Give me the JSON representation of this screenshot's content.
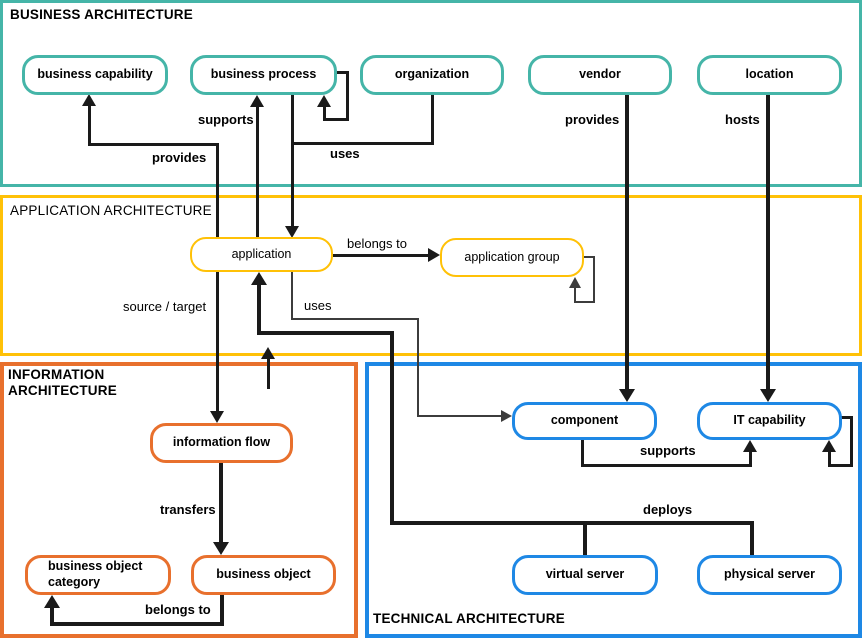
{
  "sections": {
    "business": {
      "title": "BUSINESS ARCHITECTURE"
    },
    "application": {
      "title": "APPLICATION ARCHITECTURE"
    },
    "information": {
      "title": "INFORMATION ARCHITECTURE"
    },
    "technical": {
      "title": "TECHNICAL ARCHITECTURE"
    }
  },
  "nodes": {
    "business_capability": "business capability",
    "business_process": "business process",
    "organization": "organization",
    "vendor": "vendor",
    "location": "location",
    "application": "application",
    "application_group": "application group",
    "information_flow": "information flow",
    "business_object_category": "business object category",
    "business_object": "business object",
    "component": "component",
    "it_capability": "IT capability",
    "virtual_server": "virtual server",
    "physical_server": "physical server"
  },
  "edge_labels": {
    "provides_business_capability": "provides",
    "supports_business_process": "supports",
    "uses_application": "uses",
    "vendor_provides": "provides",
    "location_hosts": "hosts",
    "belongs_to_application_group": "belongs to",
    "source_target": "source / target",
    "application_uses": "uses",
    "transfers": "transfers",
    "belongs_to_category": "belongs to",
    "component_supports": "supports",
    "deploys": "deploys"
  },
  "colors": {
    "teal": "#45b5a8",
    "amber": "#ffc107",
    "orange": "#e8702d",
    "blue": "#1e88e5",
    "line": "#1a1a1a"
  }
}
